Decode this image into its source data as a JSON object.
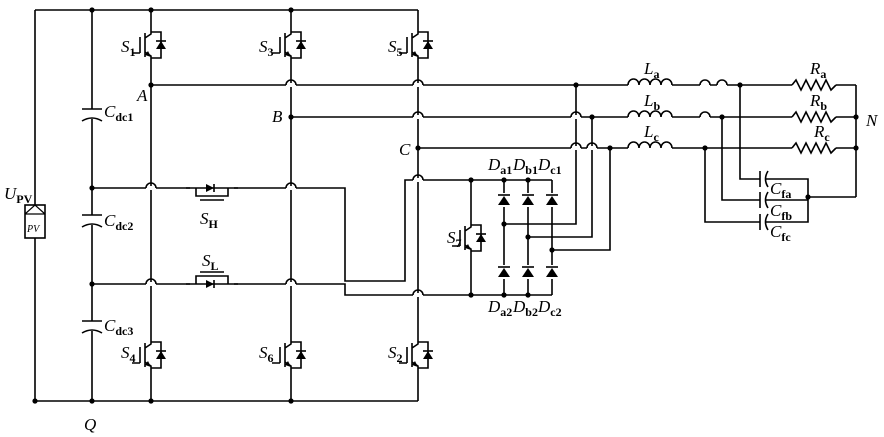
{
  "labels": {
    "upv": {
      "main": "U",
      "sub": "PV"
    },
    "pv_text": "PV",
    "cdc1": {
      "main": "C",
      "sub": "dc1"
    },
    "cdc2": {
      "main": "C",
      "sub": "dc2"
    },
    "cdc3": {
      "main": "C",
      "sub": "dc3"
    },
    "s1": {
      "main": "S",
      "sub": "1"
    },
    "s3": {
      "main": "S",
      "sub": "3"
    },
    "s5": {
      "main": "S",
      "sub": "5"
    },
    "s4": {
      "main": "S",
      "sub": "4"
    },
    "s6": {
      "main": "S",
      "sub": "6"
    },
    "s2": {
      "main": "S",
      "sub": "2"
    },
    "s7": {
      "main": "S",
      "sub": "7"
    },
    "sh": {
      "main": "S",
      "sub": "H"
    },
    "sl": {
      "main": "S",
      "sub": "L"
    },
    "node_a": "A",
    "node_b": "B",
    "node_c": "C",
    "node_n": "N",
    "node_q": "Q",
    "la": {
      "main": "L",
      "sub": "a"
    },
    "lb": {
      "main": "L",
      "sub": "b"
    },
    "lc": {
      "main": "L",
      "sub": "c"
    },
    "ra": {
      "main": "R",
      "sub": "a"
    },
    "rb": {
      "main": "R",
      "sub": "b"
    },
    "rc": {
      "main": "R",
      "sub": "c"
    },
    "cfa": {
      "main": "C",
      "sub": "fa"
    },
    "cfb": {
      "main": "C",
      "sub": "fb"
    },
    "cfc": {
      "main": "C",
      "sub": "fc"
    },
    "da1": {
      "main": "D",
      "sub": "a1"
    },
    "db1": {
      "main": "D",
      "sub": "b1"
    },
    "dc1": {
      "main": "D",
      "sub": "c1"
    },
    "da2": {
      "main": "D",
      "sub": "a2"
    },
    "db2": {
      "main": "D",
      "sub": "b2"
    },
    "dc2": {
      "main": "D",
      "sub": "c2"
    }
  }
}
